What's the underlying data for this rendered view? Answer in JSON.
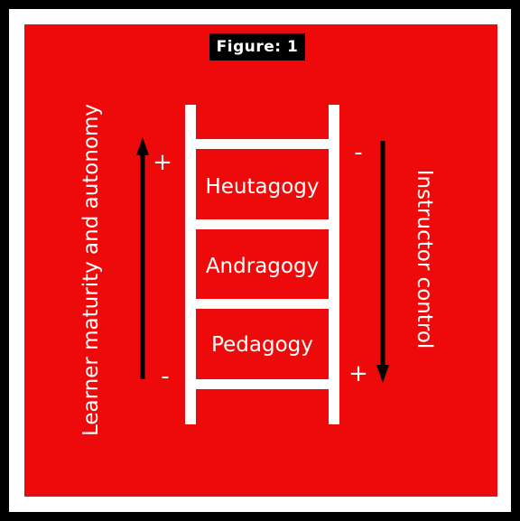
{
  "figure_label": "Figure: 1",
  "ladder_steps": [
    "Heutagogy",
    "Andragogy",
    "Pedagogy"
  ],
  "left_axis": {
    "label": "Learner maturity and autonomy",
    "top_sign": "+",
    "bottom_sign": "-",
    "direction": "up"
  },
  "right_axis": {
    "label": "Instructor control",
    "top_sign": "-",
    "bottom_sign": "+",
    "direction": "down"
  },
  "colors": {
    "frame": "#000000",
    "panel": "#ee0a0a",
    "ladder": "#ffffff",
    "text": "#ffffff"
  }
}
